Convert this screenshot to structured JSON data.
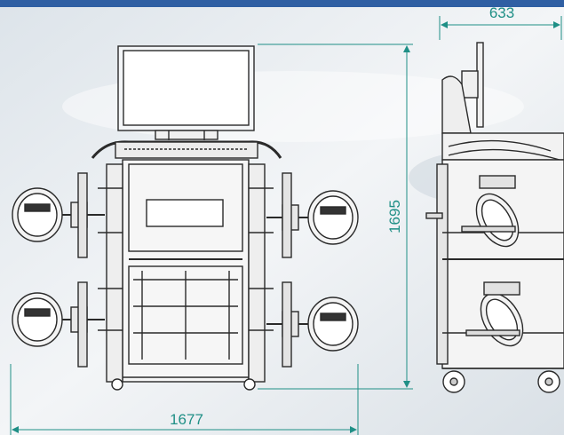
{
  "dimensions": {
    "top_width": "633",
    "height": "1695",
    "bottom_width": "1677"
  },
  "colors": {
    "dimension_line": "#1f8f86",
    "top_bar": "#2f5fa3",
    "drawing": "#2a2a2a"
  }
}
